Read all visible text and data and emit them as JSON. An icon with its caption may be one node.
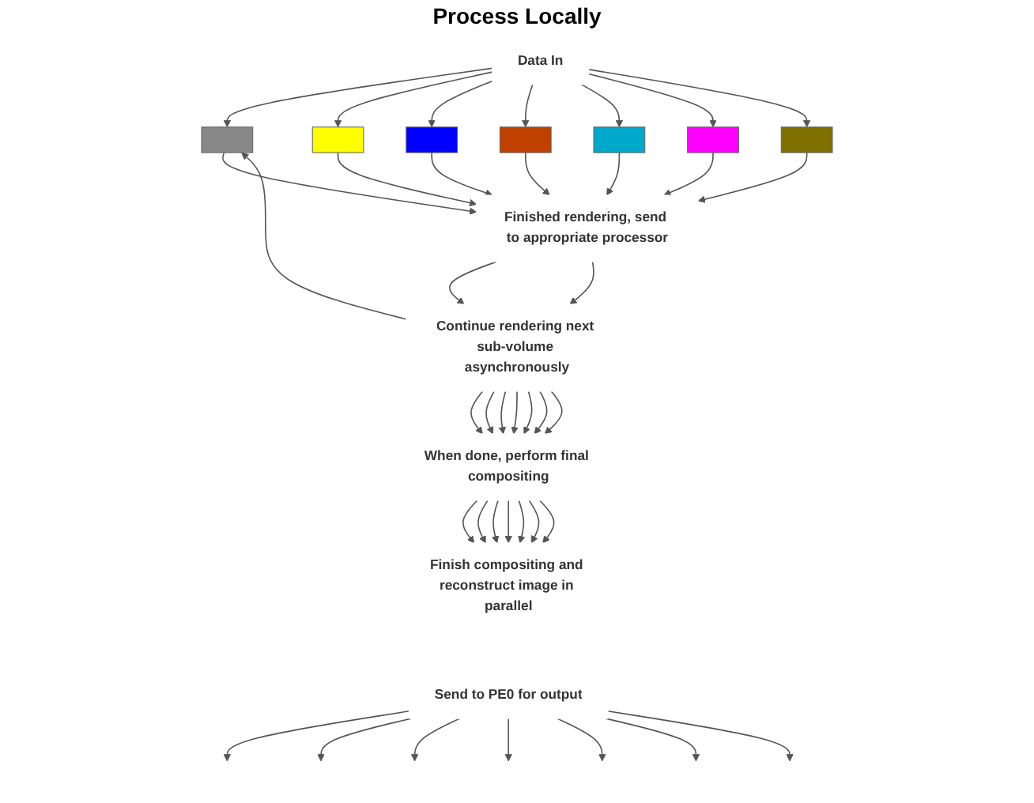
{
  "diagram": {
    "nodes": [
      {
        "text": [
          "Data In"
        ]
      },
      {
        "text": [],
        "shape": "box"
      },
      {
        "text": [],
        "shape": "box"
      },
      {
        "text": [],
        "shape": "box"
      },
      {
        "text": [],
        "shape": "box"
      },
      {
        "text": [],
        "shape": "box"
      },
      {
        "text": [],
        "shape": "box"
      },
      {
        "text": [],
        "shape": "box"
      },
      {
        "text": [
          "Finished rendering, send to appropriate processor"
        ]
      },
      {
        "text": [
          "Continue rendering next sub-volume asynchronously"
        ]
      },
      {
        "text": [
          "When done, perform final compositing"
        ]
      },
      {
        "text": [
          "Finish compositing and reconstruct image in parallel"
        ]
      },
      {
        "text": [
          "Send to PE0 for output"
        ]
      }
    ],
    "edges": [
      {
        "from": 0,
        "to": 1,
        "arrow": "to"
      },
      {
        "from": 0,
        "to": 2,
        "arrow": "to"
      },
      {
        "from": 0,
        "to": 3,
        "arrow": "to"
      },
      {
        "from": 0,
        "to": 4,
        "arrow": "to"
      },
      {
        "from": 0,
        "to": 5,
        "arrow": "to"
      },
      {
        "from": 0,
        "to": 6,
        "arrow": "to"
      },
      {
        "from": 0,
        "to": 7,
        "arrow": "to"
      },
      {
        "from": 1,
        "to": 8,
        "arrow": "to"
      },
      {
        "from": 2,
        "to": 8,
        "arrow": "to"
      },
      {
        "from": 3,
        "to": 8,
        "arrow": "to"
      },
      {
        "from": 4,
        "to": 8,
        "arrow": "to"
      },
      {
        "from": 5,
        "to": 8,
        "arrow": "to"
      },
      {
        "from": 6,
        "to": 8,
        "arrow": "to"
      },
      {
        "from": 7,
        "to": 8,
        "arrow": "to"
      },
      {
        "from": 8,
        "to": 9,
        "arrow": "to"
      },
      {
        "from": 8,
        "to": 9,
        "arrow": "to"
      },
      {
        "from": 9,
        "to": 1,
        "arrow": "to"
      },
      {
        "from": 9,
        "to": 10,
        "arrow": "to"
      },
      {
        "from": 9,
        "to": 10,
        "arrow": "to"
      },
      {
        "from": 9,
        "to": 10,
        "arrow": "to"
      },
      {
        "from": 9,
        "to": 10,
        "arrow": "to"
      },
      {
        "from": 9,
        "to": 10,
        "arrow": "to"
      },
      {
        "from": 9,
        "to": 10,
        "arrow": "to"
      },
      {
        "from": 9,
        "to": 10,
        "arrow": "to"
      },
      {
        "from": 10,
        "to": 11,
        "arrow": "to"
      },
      {
        "from": 10,
        "to": 11,
        "arrow": "to"
      },
      {
        "from": 10,
        "to": 11,
        "arrow": "to"
      },
      {
        "from": 10,
        "to": 11,
        "arrow": "to"
      },
      {
        "from": 10,
        "to": 11,
        "arrow": "to"
      },
      {
        "from": 10,
        "to": 11,
        "arrow": "to"
      },
      {
        "from": 10,
        "to": 11,
        "arrow": "to"
      },
      {
        "from": 12,
        "to": null,
        "arrow": "to"
      },
      {
        "from": 12,
        "to": null,
        "arrow": "to"
      },
      {
        "from": 12,
        "to": null,
        "arrow": "to"
      },
      {
        "from": 12,
        "to": null,
        "arrow": "to"
      },
      {
        "from": 12,
        "to": null,
        "arrow": "to"
      },
      {
        "from": 12,
        "to": null,
        "arrow": "to"
      },
      {
        "from": 12,
        "to": null,
        "arrow": "to"
      }
    ],
    "labels": [
      "Process Locally"
    ]
  }
}
